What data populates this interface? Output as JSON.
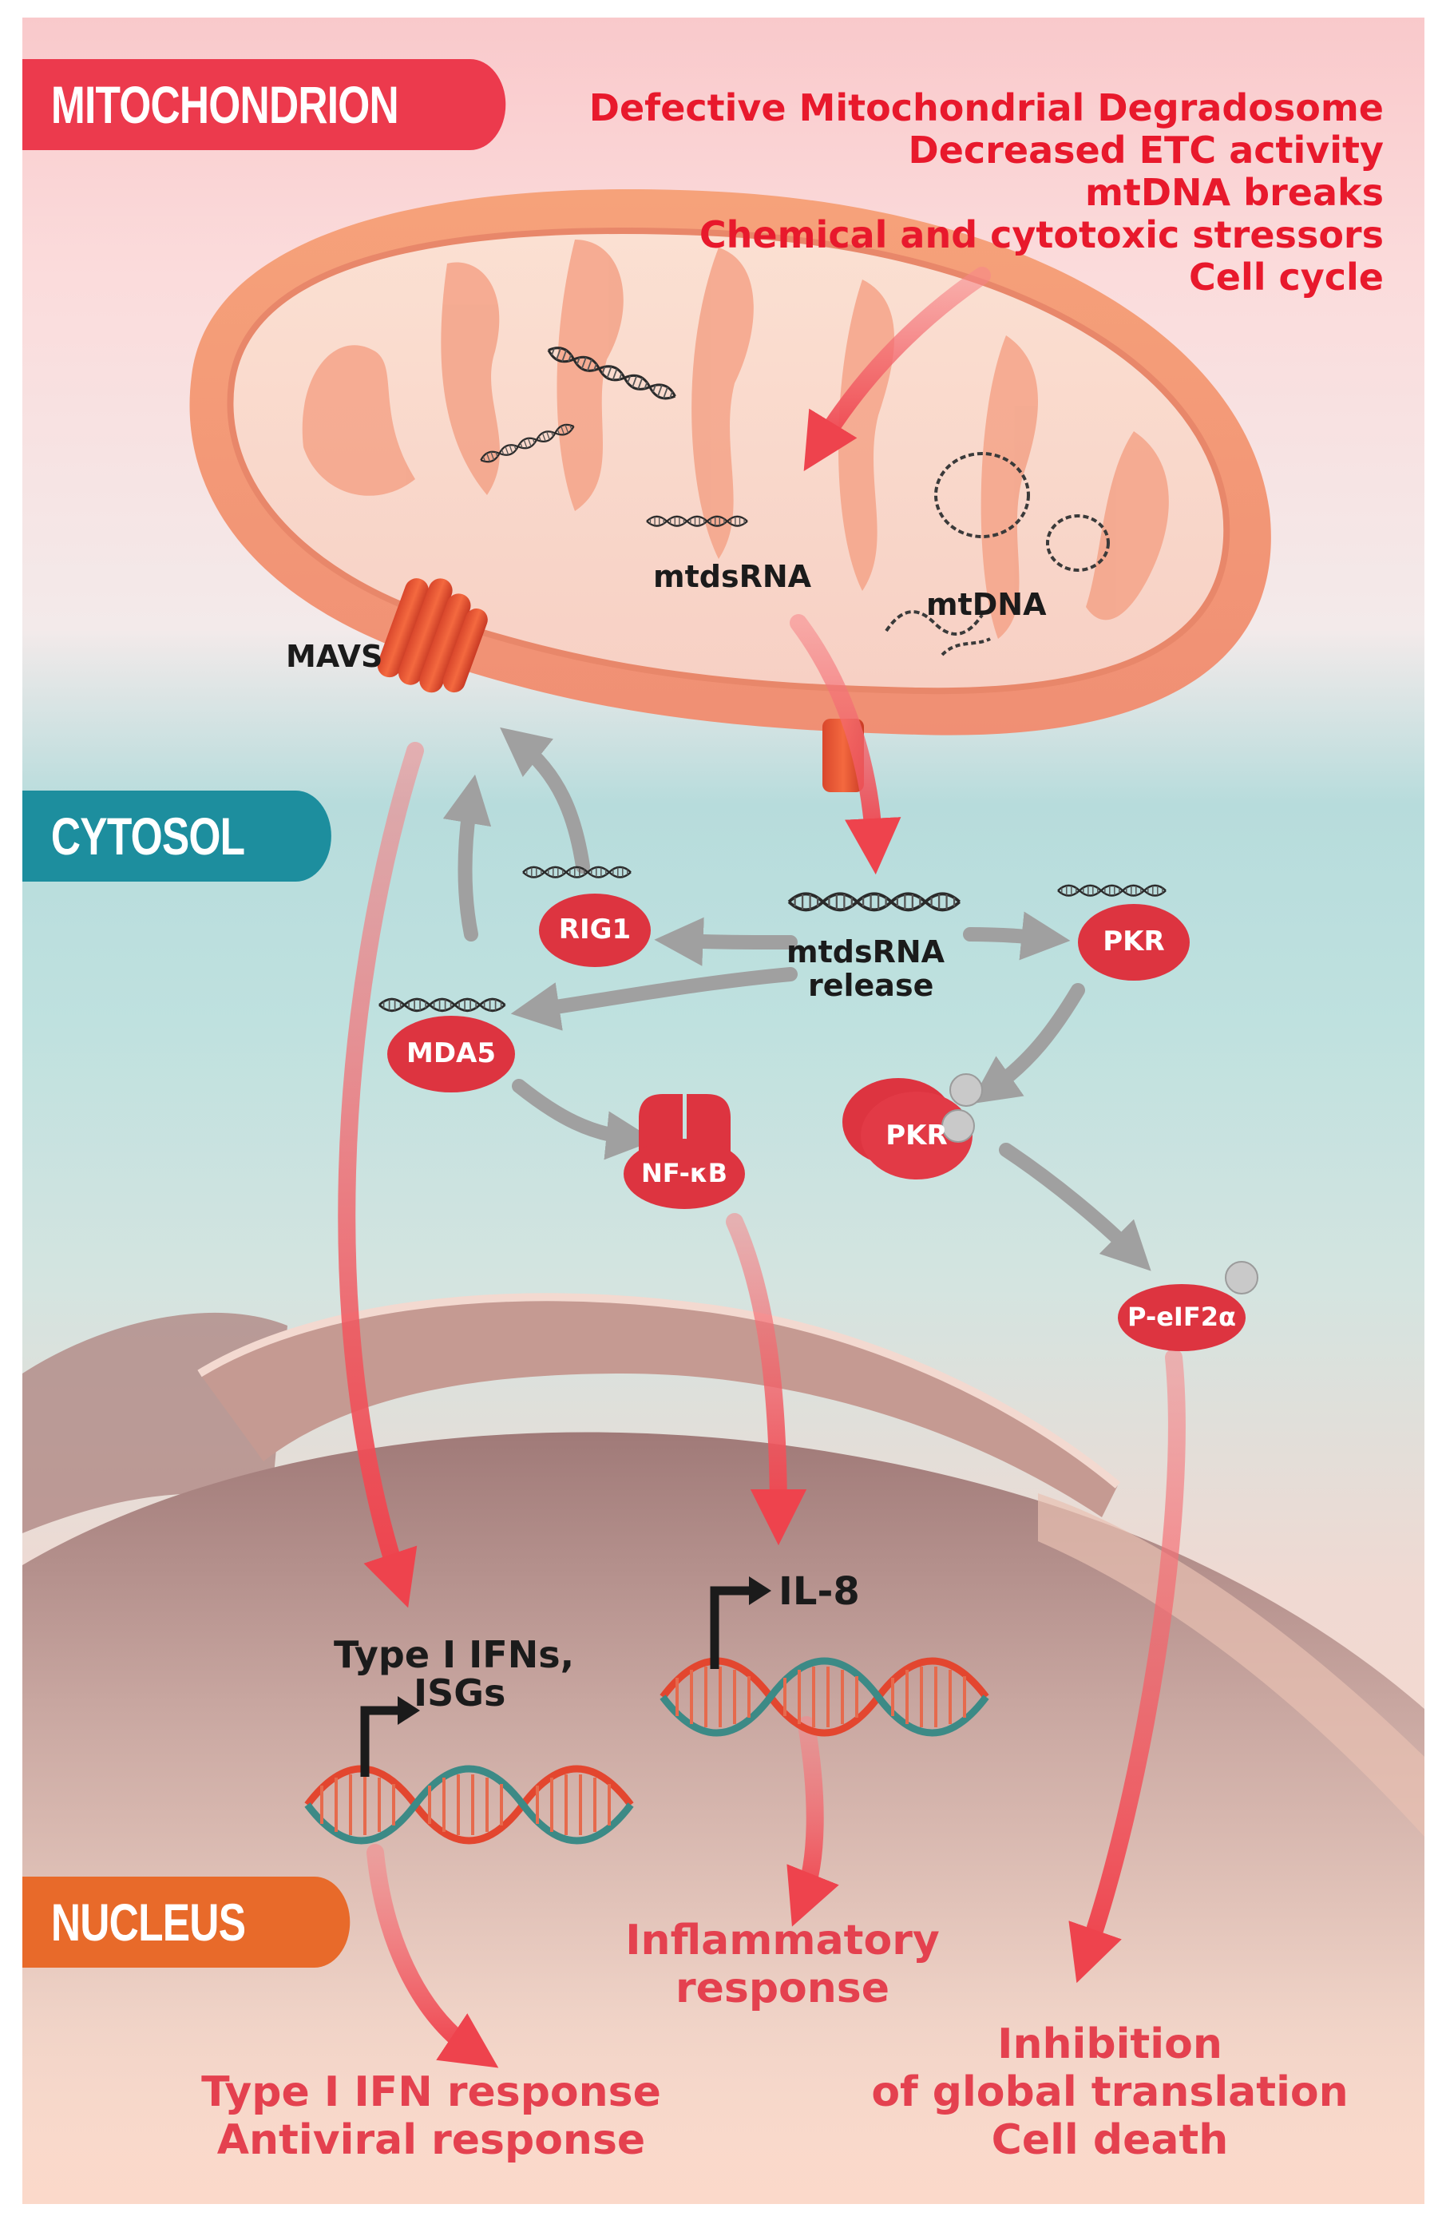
{
  "sections": {
    "mitochondrion": "MITOCHONDRION",
    "cytosol": "CYTOSOL",
    "nucleus": "NUCLEUS"
  },
  "stressors": [
    "Defective Mitochondrial Degradosome",
    "Decreased ETC activity",
    "mtDNA breaks",
    "Chemical and cytotoxic stressors",
    "Cell cycle"
  ],
  "labels": {
    "mtdsrna": "mtdsRNA",
    "mtdna": "mtDNA",
    "mavs": "MAVS",
    "release_line1": "mtdsRNA",
    "release_line2": "release",
    "il8": "IL-8",
    "ifn_line1": "Type I IFNs,",
    "ifn_line2": "ISGs"
  },
  "proteins": {
    "rig1": "RIG1",
    "mda5": "MDA5",
    "pkr": "PKR",
    "pkr_dimer": "PKR",
    "nfkb": "NF-κB",
    "peif2a": "P-eIF2α"
  },
  "outcomes": {
    "ifn": [
      "Type I IFN response",
      "Antiviral response"
    ],
    "inflammatory": [
      "Inflammatory",
      "response"
    ],
    "translation": [
      "Inhibition",
      "of global translation",
      "Cell death"
    ]
  },
  "colors": {
    "section_mitochondrion": "#ec3a4d",
    "section_cytosol": "#1d8e9e",
    "section_nucleus": "#e86a2a",
    "stressor_text": "#e8192c",
    "outcome_text": "#e4414f",
    "protein_fill": "#dd3440",
    "arrow_red": "#ef5058",
    "arrow_grey": "#a0a0a0"
  }
}
